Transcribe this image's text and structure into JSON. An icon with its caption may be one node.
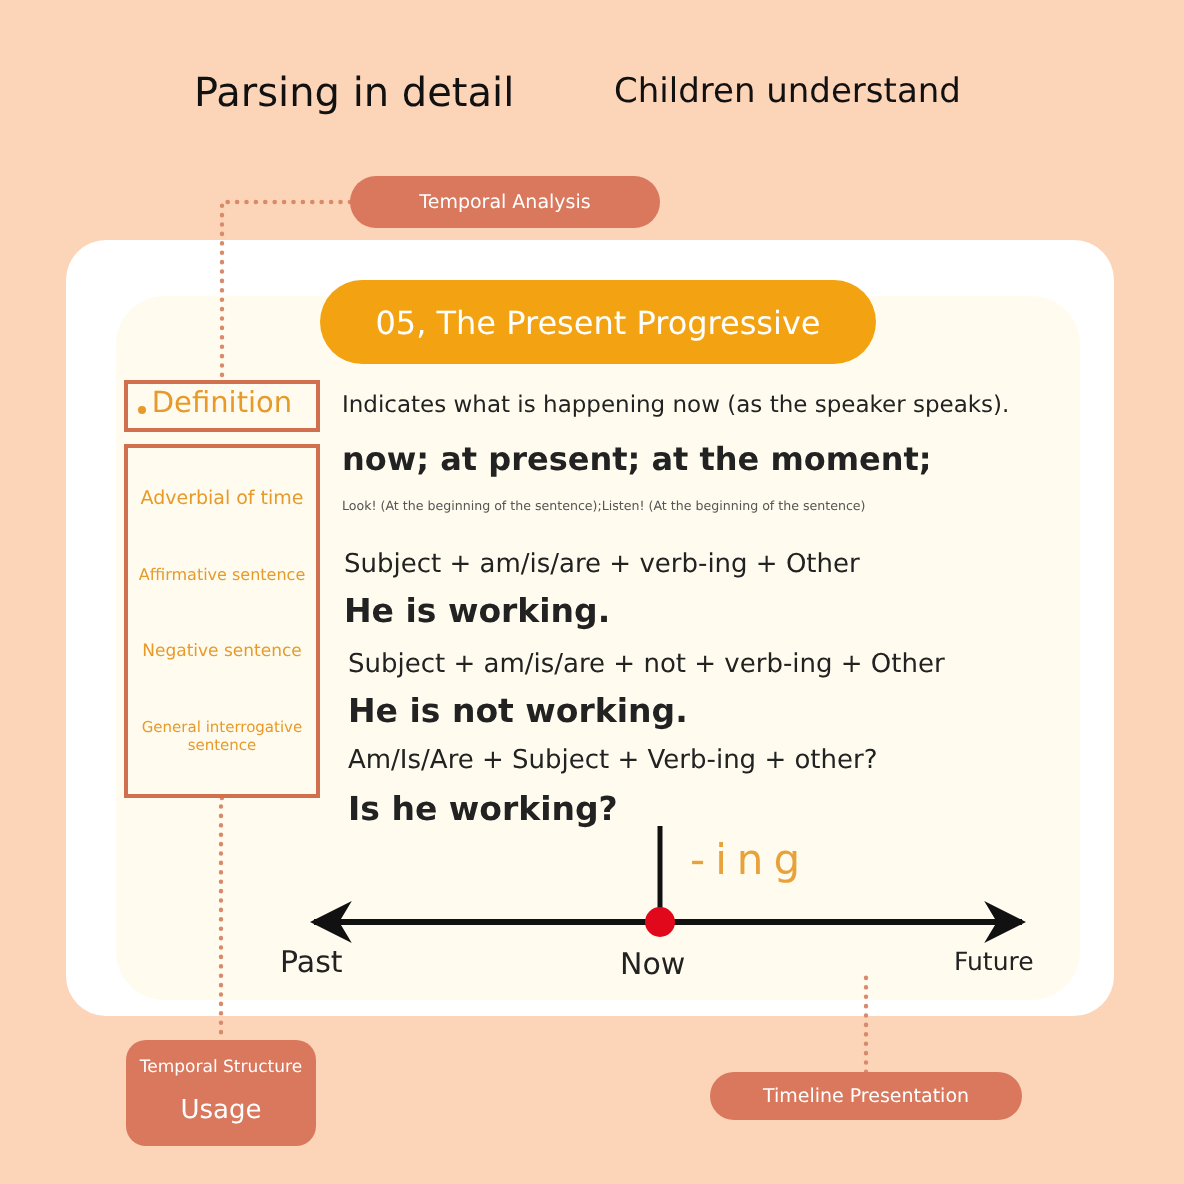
{
  "diagram": {
    "title": "Parsing in detail",
    "nodes": [
      {
        "text": [
          "Temporal Analysis"
        ]
      },
      {
        "text": [
          "Definition"
        ]
      },
      {
        "text": [
          "Adverbial of time",
          "Affirmative sentence",
          "Negative sentence",
          "General interrogative sentence"
        ]
      },
      {
        "text": [
          "Temporal Structure",
          "Usage"
        ]
      },
      {
        "text": [
          "Timeline Presentation"
        ]
      },
      {
        "text": [
          "05, The Present Progressive"
        ]
      }
    ],
    "edges": [
      {
        "from": 0,
        "to": 1,
        "arrow": "none",
        "style": "dashed"
      },
      {
        "from": 2,
        "to": 3,
        "arrow": "none",
        "style": "dashed"
      },
      {
        "from": 4,
        "to": null,
        "arrow": "none",
        "style": "dashed"
      }
    ],
    "labels": [
      "Children understand",
      "Indicates what is happening now (as the speaker speaks).",
      "now; at present; at the moment;",
      "Look! (At the beginning of the sentence);Listen! (At the beginning of the sentence)",
      "Subject + am/is/are + verb-ing + Other",
      "He is working.",
      "Subject + am/is/are + not + verb-ing + Other",
      "He is not working.",
      "Am/Is/Are + Subject + Verb-ing + other?",
      "Is he working?",
      "-ing",
      "Past",
      "Now",
      "Future"
    ]
  }
}
